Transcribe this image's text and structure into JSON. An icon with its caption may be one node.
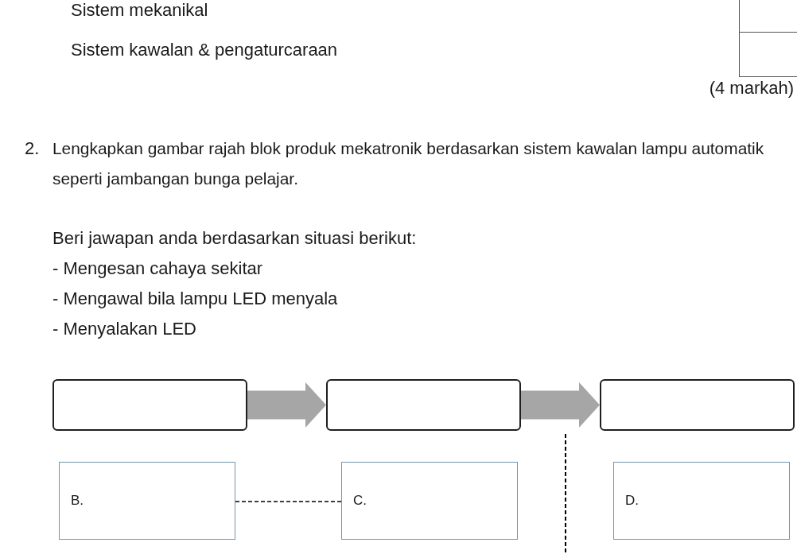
{
  "diagram": {
    "nodes": [
      {
        "text": [],
        "shape": "box"
      },
      {
        "text": [],
        "shape": "box"
      },
      {
        "text": [],
        "shape": "box"
      },
      {
        "text": [
          "B."
        ]
      },
      {
        "text": [
          "C."
        ]
      },
      {
        "text": [
          "D."
        ]
      }
    ],
    "edges": [
      {
        "from": 0,
        "to": 1,
        "arrow": "to"
      },
      {
        "from": 1,
        "to": 2,
        "arrow": "to"
      },
      {
        "from": 3,
        "to": 4,
        "arrow": "none",
        "style": "dashed",
        "color": "#000000"
      }
    ],
    "labels": [
      "Sistem mekanikal",
      "Sistem kawalan & pengaturcaraan",
      "(4 markah)",
      "2.",
      "Lengkapkan gambar rajah blok produk mekatronik berdasarkan sistem kawalan lampu automatik seperti jambangan bunga pelajar.",
      "Beri jawapan anda berdasarkan situasi berikut:",
      "- Mengesan cahaya sekitar",
      "- Mengawal bila lampu LED menyala",
      "- Menyalakan LED"
    ]
  }
}
